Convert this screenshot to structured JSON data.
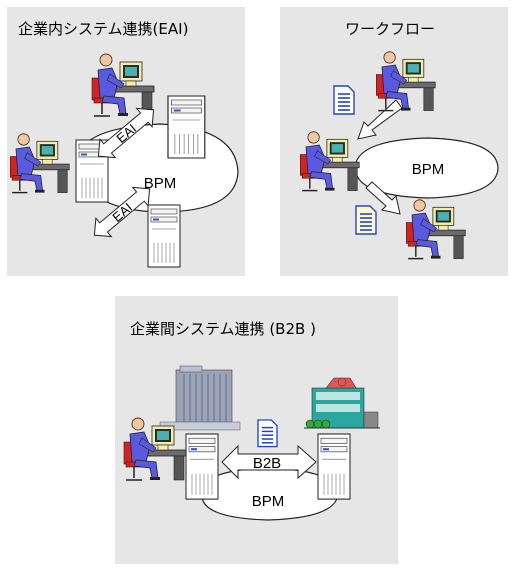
{
  "panels": {
    "eai": {
      "title": "企業内システム連携(EAI)",
      "center_label": "BPM",
      "arrow_label_top": "EAI",
      "arrow_label_bottom": "EAI"
    },
    "workflow": {
      "title": "ワークフロー",
      "center_label": "BPM"
    },
    "b2b": {
      "title": "企業間システム連携 (B2B )",
      "center_label": "BPM",
      "arrow_label": "B2B"
    }
  },
  "icons": [
    "person-at-computer-icon",
    "server-tower-icon",
    "document-icon",
    "office-building-icon",
    "factory-building-icon"
  ],
  "colors": {
    "panel_bg": "#e6e6e6",
    "person_blue": "#5a5ae0",
    "chair_red": "#d22222",
    "monitor_beige": "#f2eea8",
    "document_blue": "#2244cc",
    "building_teal": "#2aa8a0",
    "building_red": "#e05555"
  }
}
